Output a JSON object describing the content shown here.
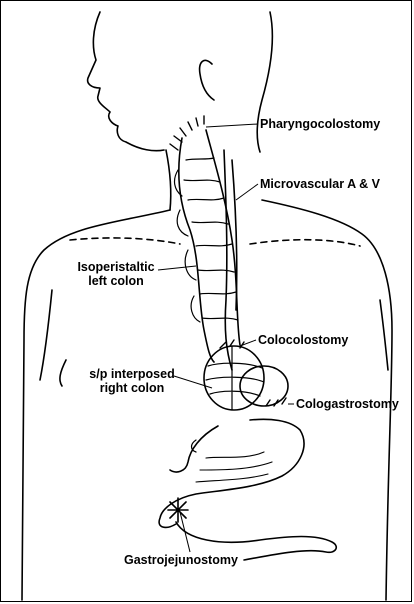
{
  "labels": {
    "pharyngocolostomy": "Pharyngocolostomy",
    "microvascular": "Microvascular A & V",
    "isoperistaltic_line1": "Isoperistaltic",
    "isoperistaltic_line2": "left colon",
    "colocolostomy": "Colocolostomy",
    "interposed_line1": "s/p interposed",
    "interposed_line2": "right colon",
    "cologastrostomy": "Cologastrostomy",
    "gastrojejunostomy": "Gastrojejunostomy"
  }
}
